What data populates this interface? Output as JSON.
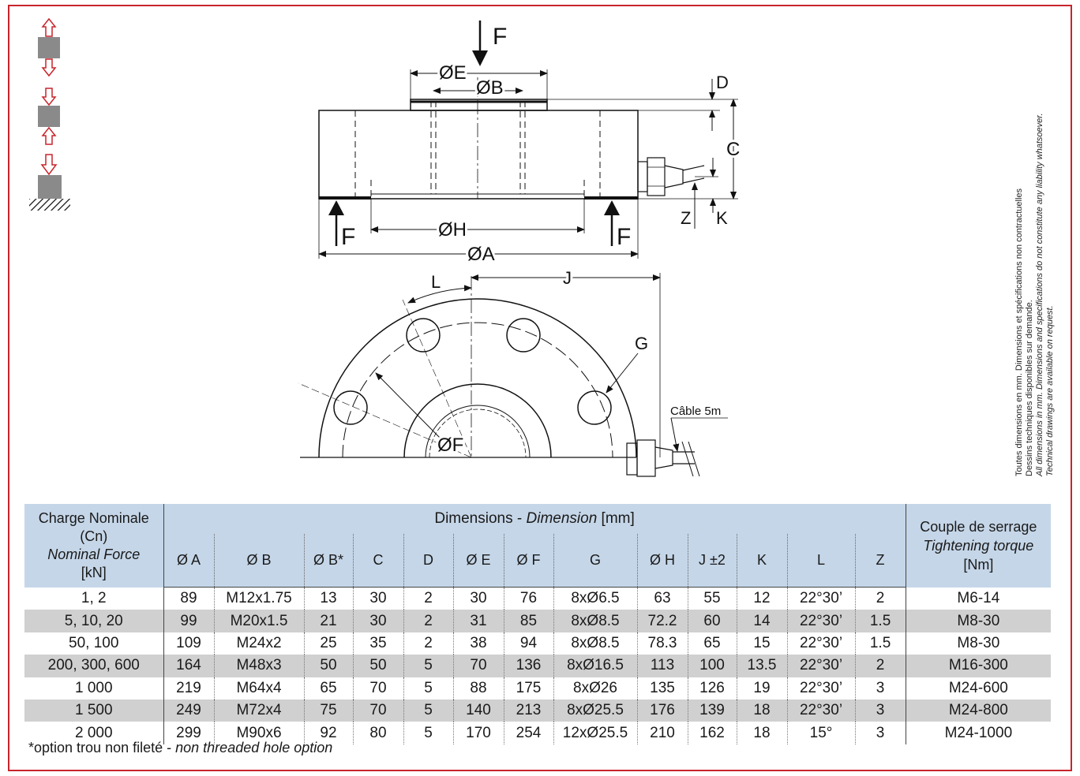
{
  "diagram_labels": {
    "force": "F",
    "dia_e": "ØE",
    "dia_b": "ØB",
    "dia_h": "ØH",
    "dia_a": "ØA",
    "dia_f": "ØF",
    "d": "D",
    "c": "C",
    "z": "Z",
    "k": "K",
    "l": "L",
    "j": "J",
    "g": "G",
    "cable": "Câble 5m"
  },
  "notes": {
    "line1": "Toutes dimensions en mm. Dimensions et spécifications non contractuelles",
    "line2": "Dessins techniques disponibles sur demande.",
    "line3": "All dimensions in mm. Dimensions and specifications do not constitute any liability whatsoever.",
    "line4": "Technical drawings are available on request."
  },
  "table": {
    "head_left_1": "Charge Nominale",
    "head_left_2": "(Cn)",
    "head_left_3": "Nominal Force",
    "head_left_4": "[kN]",
    "head_mid_fr": "Dimensions -",
    "head_mid_en": "Dimension",
    "head_mid_unit": "[mm]",
    "head_right_1": "Couple de serrage",
    "head_right_2": "Tightening torque",
    "head_right_3": "[Nm]",
    "columns": [
      "Ø A",
      "Ø B",
      "Ø B*",
      "C",
      "D",
      "Ø E",
      "Ø F",
      "G",
      "Ø H",
      "J ±2",
      "K",
      "L",
      "Z"
    ],
    "rows": [
      [
        "1, 2",
        "89",
        "M12x1.75",
        "13",
        "30",
        "2",
        "30",
        "76",
        "8xØ6.5",
        "63",
        "55",
        "12",
        "22°30’",
        "2",
        "M6-14"
      ],
      [
        "5, 10, 20",
        "99",
        "M20x1.5",
        "21",
        "30",
        "2",
        "31",
        "85",
        "8xØ8.5",
        "72.2",
        "60",
        "14",
        "22°30’",
        "1.5",
        "M8-30"
      ],
      [
        "50, 100",
        "109",
        "M24x2",
        "25",
        "35",
        "2",
        "38",
        "94",
        "8xØ8.5",
        "78.3",
        "65",
        "15",
        "22°30’",
        "1.5",
        "M8-30"
      ],
      [
        "200, 300, 600",
        "164",
        "M48x3",
        "50",
        "50",
        "5",
        "70",
        "136",
        "8xØ16.5",
        "113",
        "100",
        "13.5",
        "22°30’",
        "2",
        "M16-300"
      ],
      [
        "1 000",
        "219",
        "M64x4",
        "65",
        "70",
        "5",
        "88",
        "175",
        "8xØ26",
        "135",
        "126",
        "19",
        "22°30’",
        "3",
        "M24-600"
      ],
      [
        "1 500",
        "249",
        "M72x4",
        "75",
        "70",
        "5",
        "140",
        "213",
        "8xØ25.5",
        "176",
        "139",
        "18",
        "22°30’",
        "3",
        "M24-800"
      ],
      [
        "2 000",
        "299",
        "M90x6",
        "92",
        "80",
        "5",
        "170",
        "254",
        "12xØ25.5",
        "210",
        "162",
        "18",
        "15°",
        "3",
        "M24-1000"
      ]
    ]
  },
  "footnote": {
    "fr": "*option trou non fileté -",
    "en": "non threaded hole option"
  },
  "colors": {
    "frame": "#c8242b",
    "header_bg": "#c5d6e8",
    "alt_row": "#d0d0d0",
    "arrow_red": "#c8242b",
    "block_gray": "#8a8a8a"
  }
}
